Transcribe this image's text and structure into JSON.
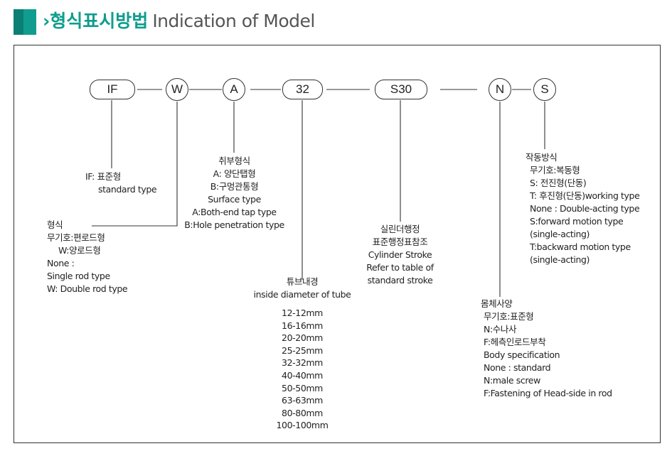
{
  "header": {
    "title_kr": "›형식표시방법",
    "title_en": "Indication of Model",
    "accent_color": "#0f9d8f"
  },
  "codes": {
    "if": "IF",
    "w": "W",
    "a": "A",
    "bore": "32",
    "stroke": "S30",
    "n": "N",
    "s": "S"
  },
  "labels": {
    "if_desc": [
      "IF: 표준형",
      "standard type"
    ],
    "type": [
      "형식",
      "무기호:편로드형",
      "W:양로드형",
      "None :",
      "Single rod type",
      "W: Double rod type"
    ],
    "mount": [
      "취부형식",
      "A: 양단탭형",
      "B:구멍관통형",
      "Surface type",
      "A:Both-end tap type",
      "B:Hole penetration type"
    ],
    "bore_title": [
      "튜브내경",
      "inside diameter of tube"
    ],
    "bore_list": [
      "12-12mm",
      "16-16mm",
      "20-20mm",
      "25-25mm",
      "32-32mm",
      "40-40mm",
      "50-50mm",
      "63-63mm",
      "80-80mm",
      "100-100mm"
    ],
    "stroke": [
      "실린더행정",
      "표준행정표참조",
      "Cylinder Stroke",
      "Refer to table of",
      "standard stroke"
    ],
    "body": [
      "몸체사양",
      "무기호:표준형",
      "N:수나사",
      "F:헤측인로드부착",
      "Body specification",
      "None : standard",
      "N:male screw",
      "F:Fastening of Head-side in rod"
    ],
    "action": [
      "작동방식",
      "무기호:복동형",
      "S: 전진형(단동)",
      "T: 후진형(단동)working type",
      "None : Double-acting type",
      "S:forward motion type",
      "(single-acting)",
      "T:backward motion type",
      "(single-acting)"
    ]
  }
}
